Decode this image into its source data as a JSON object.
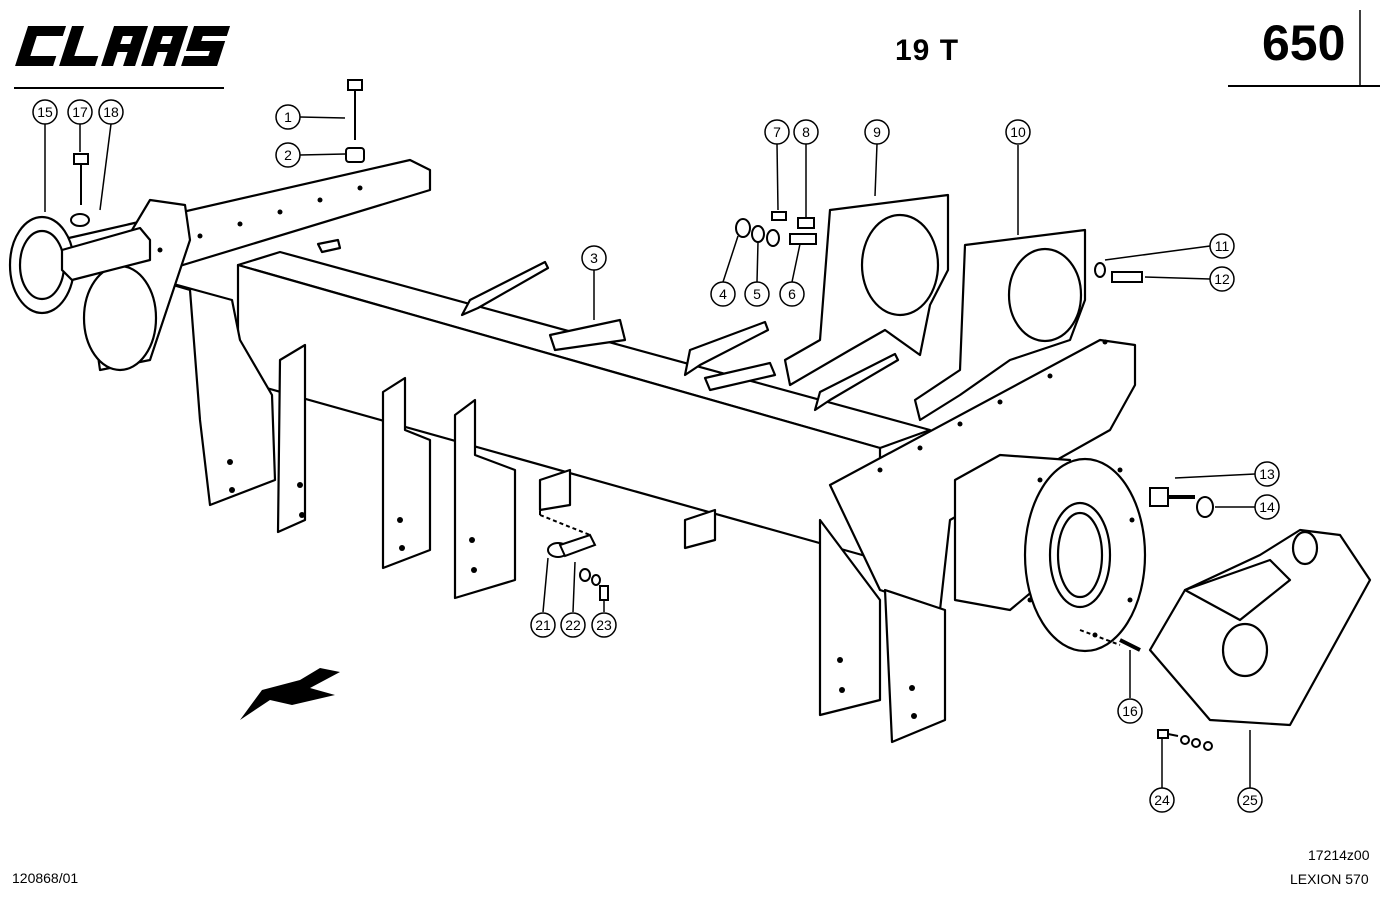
{
  "header": {
    "brand": "CLAAS",
    "subtitle": "19 T",
    "page_number": "650"
  },
  "footer": {
    "doc_number": "120868/01",
    "drawing_code": "17214z00",
    "model": "LEXION 570"
  },
  "callouts": [
    "1",
    "2",
    "3",
    "4",
    "5",
    "6",
    "7",
    "8",
    "9",
    "10",
    "11",
    "12",
    "13",
    "14",
    "15",
    "16",
    "17",
    "18",
    "21",
    "22",
    "23",
    "24",
    "25"
  ],
  "icons": {
    "direction_arrow": "direction-arrow-icon"
  }
}
